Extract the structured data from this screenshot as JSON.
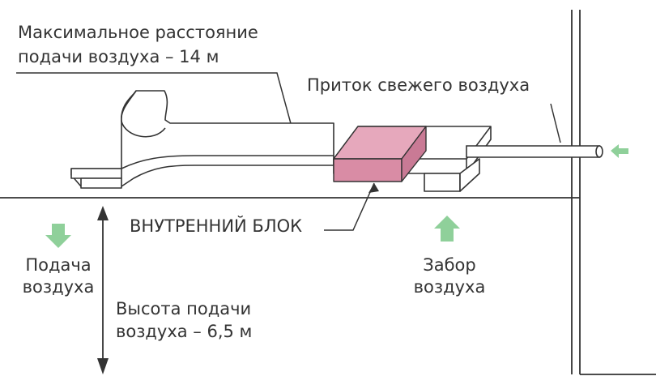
{
  "labels": {
    "max_distance_line1": "Максимальное расстояние",
    "max_distance_line2": "подачи воздуха – 14 м",
    "fresh_air": "Приток свежего воздуха",
    "indoor_unit": "ВНУТРЕННИЙ БЛОК",
    "supply_line1": "Подача",
    "supply_line2": "воздуха",
    "intake_line1": "Забор",
    "intake_line2": "воздуха",
    "height_line1": "Высота подачи",
    "height_line2": "воздуха – 6,5 м"
  },
  "colors": {
    "line": "#333333",
    "unit_fill": "#d98ca5",
    "arrow_green": "#8fd09a",
    "ceiling": "#333333"
  },
  "icons": {
    "supply_arrow": "arrow-down-icon",
    "intake_arrow": "arrow-up-icon",
    "fresh_air_arrow": "arrow-left-icon",
    "height_arrow": "double-arrow-vertical-icon"
  }
}
